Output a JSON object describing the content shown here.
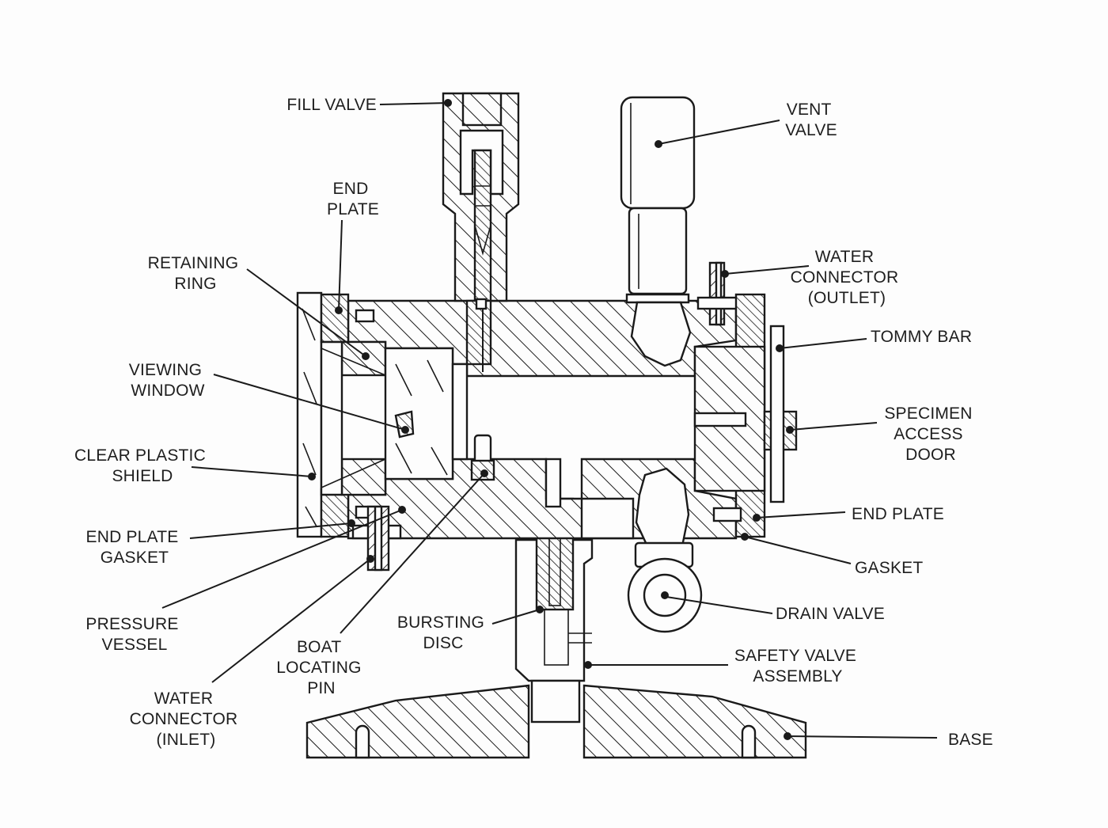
{
  "diagram": {
    "labels": {
      "fill_valve": [
        "FILL VALVE"
      ],
      "vent_valve": [
        "VENT",
        "VALVE"
      ],
      "end_plate_top": [
        "END",
        "PLATE"
      ],
      "retaining_ring": [
        "RETAINING",
        "RING"
      ],
      "water_outlet": [
        "WATER",
        "CONNECTOR",
        "(OUTLET)"
      ],
      "tommy_bar": [
        "TOMMY BAR"
      ],
      "viewing_window": [
        "VIEWING",
        "WINDOW"
      ],
      "specimen_door": [
        "SPECIMEN",
        "ACCESS",
        "DOOR"
      ],
      "clear_shield": [
        "CLEAR PLASTIC",
        "SHIELD"
      ],
      "end_plate_right": [
        "END PLATE"
      ],
      "end_plate_gasket": [
        "END PLATE",
        "GASKET"
      ],
      "gasket": [
        "GASKET"
      ],
      "drain_valve": [
        "DRAIN VALVE"
      ],
      "pressure_vessel": [
        "PRESSURE",
        "VESSEL"
      ],
      "bursting_disc": [
        "BURSTING",
        "DISC"
      ],
      "safety_valve": [
        "SAFETY VALVE",
        "ASSEMBLY"
      ],
      "boat_pin": [
        "BOAT",
        "LOCATING",
        "PIN"
      ],
      "water_inlet": [
        "WATER",
        "CONNECTOR",
        "(INLET)"
      ],
      "base": [
        "BASE"
      ]
    },
    "colors": {
      "ink": "#1a1a1a",
      "paper": "#fdfdfd"
    }
  }
}
